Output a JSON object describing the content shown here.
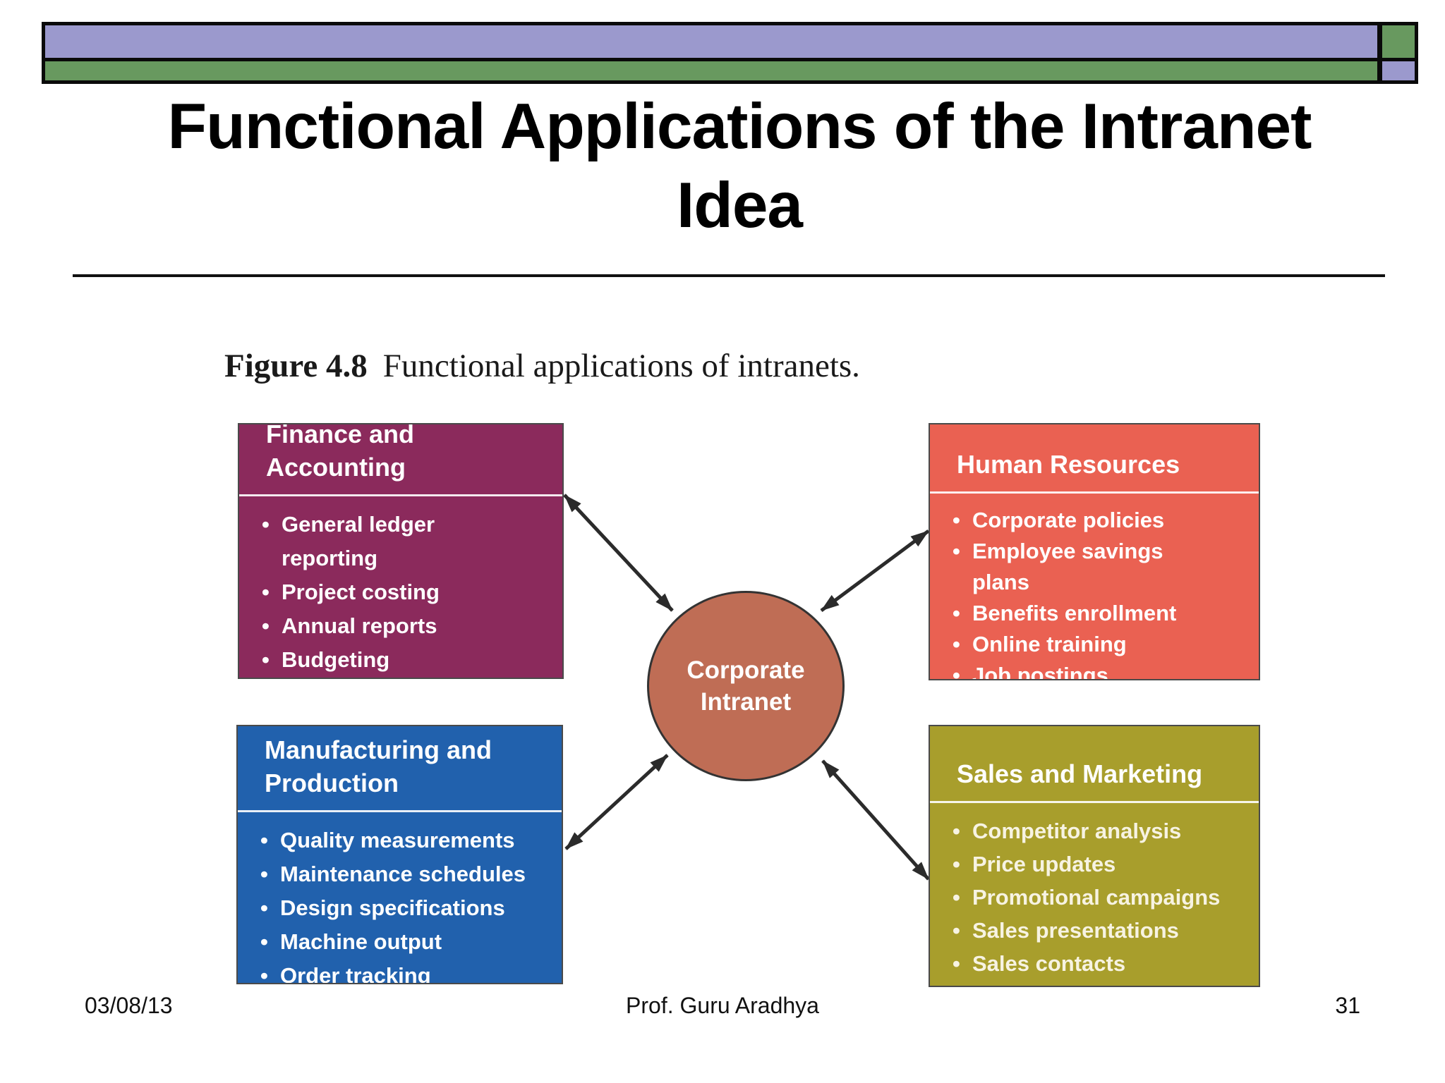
{
  "slide": {
    "title": {
      "line1": "Functional Applications of the Intranet",
      "line2": "Idea"
    },
    "figure": {
      "label": "Figure 4.8",
      "caption": "Functional applications of intranets."
    },
    "hub": {
      "line1": "Corporate",
      "line2": "Intranet"
    },
    "boxes": [
      {
        "title": "Finance and\nAccounting",
        "color": "#8b2a5c",
        "bullets": [
          "General ledger\nreporting",
          "Project costing",
          "Annual reports",
          "Budgeting"
        ]
      },
      {
        "title": "Human Resources",
        "color": "#ea6152",
        "bullets": [
          "Corporate policies",
          "Employee savings\nplans",
          "Benefits enrollment",
          "Online training",
          "Job postings"
        ]
      },
      {
        "title": "Manufacturing and\nProduction",
        "color": "#2161ad",
        "bullets": [
          "Quality measurements",
          "Maintenance schedules",
          "Design specifications",
          "Machine output",
          "Order tracking"
        ]
      },
      {
        "title": "Sales and Marketing",
        "color": "#a89e2c",
        "bullets": [
          "Competitor analysis",
          "Price updates",
          "Promotional campaigns",
          "Sales presentations",
          "Sales contacts"
        ]
      }
    ],
    "footer": {
      "date": "03/08/13",
      "author": "Prof. Guru Aradhya",
      "page": "31"
    },
    "colors": {
      "bar_purple": "#9b99cd",
      "bar_green": "#68995f",
      "hub_fill": "#bf6d55",
      "arrow": "#2b2b2b"
    }
  }
}
